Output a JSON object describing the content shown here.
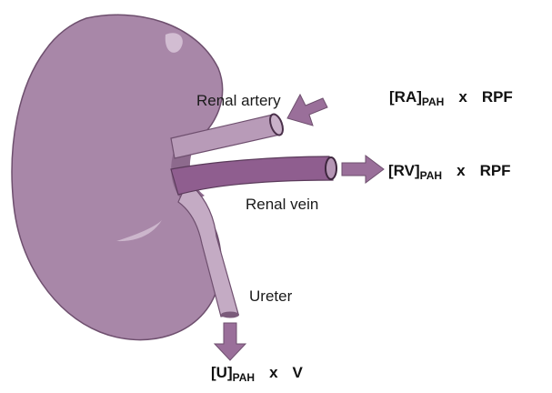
{
  "labels": {
    "renal_artery": "Renal artery",
    "renal_vein": "Renal vein",
    "ureter": "Ureter"
  },
  "equations": {
    "artery": {
      "symbol": "[RA]",
      "sub": "PAH",
      "op": "x",
      "term": "RPF"
    },
    "vein": {
      "symbol": "[RV]",
      "sub": "PAH",
      "op": "x",
      "term": "RPF"
    },
    "ureter": {
      "symbol": "[U]",
      "sub": "PAH",
      "op": "x",
      "term": "V"
    }
  },
  "colors": {
    "kidney": "#a887a8",
    "kidney_dark": "#8d6a8d",
    "vessel": "#b89bb8",
    "vein": "#8f5e8f",
    "ureter": "#c4abc4",
    "arrow": "#9a6f9a"
  }
}
